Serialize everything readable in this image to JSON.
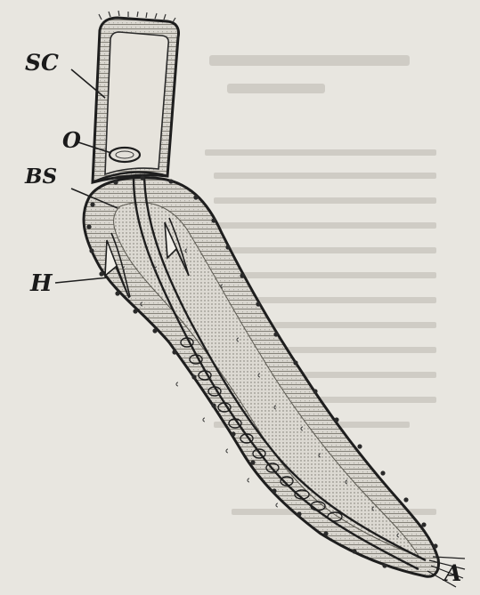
{
  "figure": {
    "labels": {
      "sc": "SC",
      "o": "O",
      "bs": "BS",
      "h": "H",
      "a": "A"
    }
  }
}
